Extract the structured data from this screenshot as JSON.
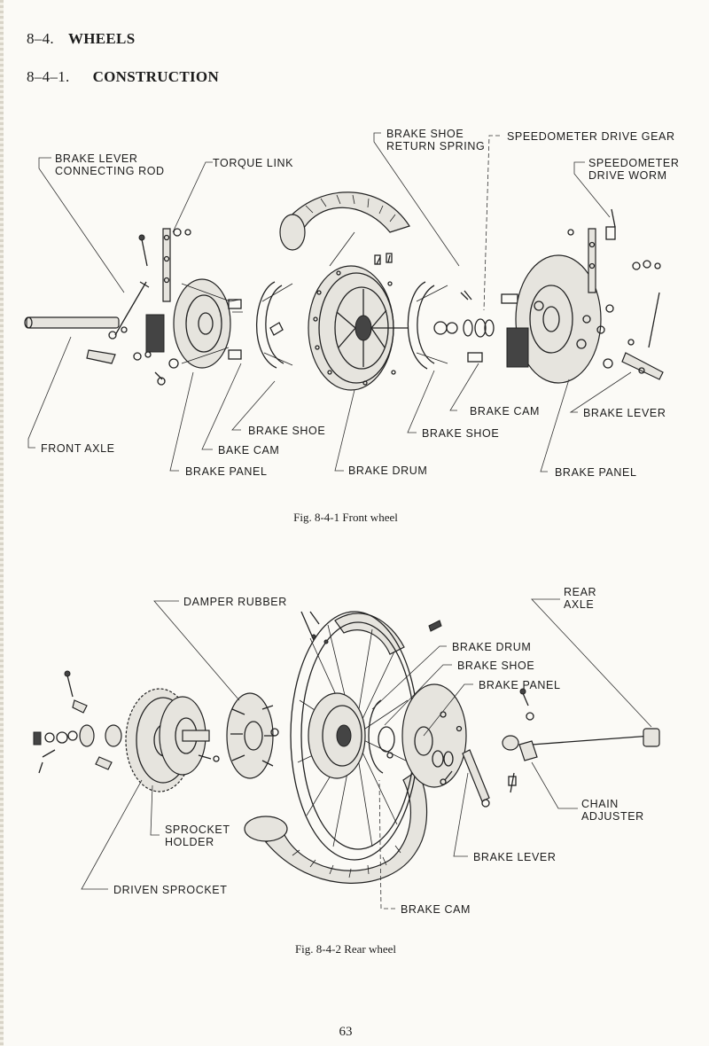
{
  "section": {
    "number": "8–4.",
    "title": "WHEELS"
  },
  "subsection": {
    "number": "8–4–1.",
    "title": "CONSTRUCTION"
  },
  "figure1": {
    "caption": "Fig. 8-4-1   Front wheel",
    "labels": {
      "brake_lever_connecting_rod": "BRAKE LEVER\nCONNECTING ROD",
      "torque_link": "TORQUE LINK",
      "brake_shoe_return_spring": "BRAKE SHOE\nRETURN SPRING",
      "speedometer_drive_gear": "SPEEDOMETER DRIVE GEAR",
      "speedometer_drive_worm": "SPEEDOMETER\nDRIVE WORM",
      "front_axle": "FRONT AXLE",
      "brake_shoe_left": "BRAKE SHOE",
      "bake_cam": "BAKE CAM",
      "brake_panel_left": "BRAKE PANEL",
      "brake_drum": "BRAKE DRUM",
      "brake_cam_right": "BRAKE CAM",
      "brake_shoe_right": "BRAKE SHOE",
      "brake_lever": "BRAKE LEVER",
      "brake_panel_right": "BRAKE PANEL"
    }
  },
  "figure2": {
    "caption": "Fig. 8-4-2   Rear wheel",
    "labels": {
      "damper_rubber": "DAMPER RUBBER",
      "rear_axle": "REAR\nAXLE",
      "brake_drum": "BRAKE DRUM",
      "brake_shoe": "BRAKE SHOE",
      "brake_panel": "BRAKE PANEL",
      "chain_adjuster": "CHAIN\nADJUSTER",
      "sprocket_holder": "SPROCKET\nHOLDER",
      "brake_lever": "BRAKE LEVER",
      "driven_sprocket": "DRIVEN SPROCKET",
      "brake_cam": "BRAKE CAM"
    }
  },
  "page_number": "63"
}
